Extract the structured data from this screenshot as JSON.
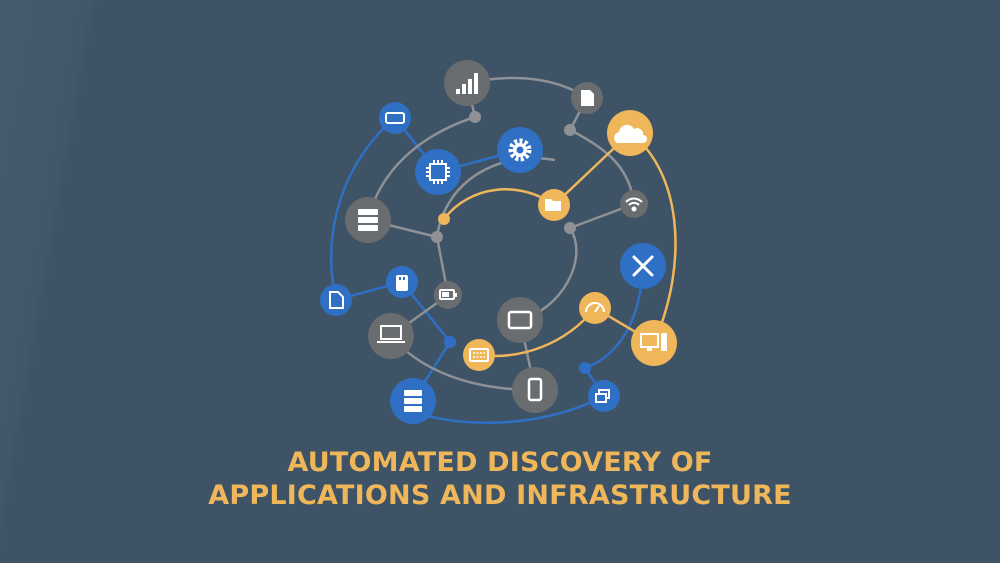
{
  "title_line1": "AUTOMATED DISCOVERY OF",
  "title_line2": "APPLICATIONS AND INFRASTRUCTURE",
  "colors": {
    "background": "#3e5366",
    "blue": "#2f6fc4",
    "gray": "#6a6d70",
    "orange": "#efb65a",
    "gray_line": "#8e9296",
    "white": "#ffffff"
  },
  "nodes": [
    {
      "icon": "signal-bars-icon",
      "color": "gray"
    },
    {
      "icon": "sd-card-icon",
      "color": "gray"
    },
    {
      "icon": "cloud-icon",
      "color": "orange"
    },
    {
      "icon": "hard-drive-icon",
      "color": "blue"
    },
    {
      "icon": "gear-icon",
      "color": "blue"
    },
    {
      "icon": "cpu-chip-icon",
      "color": "blue"
    },
    {
      "icon": "folder-icon",
      "color": "orange"
    },
    {
      "icon": "wifi-icon",
      "color": "gray"
    },
    {
      "icon": "server-stack-icon",
      "color": "gray"
    },
    {
      "icon": "tools-icon",
      "color": "blue"
    },
    {
      "icon": "usb-stick-icon",
      "color": "blue"
    },
    {
      "icon": "document-icon",
      "color": "blue"
    },
    {
      "icon": "battery-icon",
      "color": "gray"
    },
    {
      "icon": "speedometer-icon",
      "color": "orange"
    },
    {
      "icon": "laptop-icon",
      "color": "gray"
    },
    {
      "icon": "tablet-icon",
      "color": "gray"
    },
    {
      "icon": "desktop-computer-icon",
      "color": "orange"
    },
    {
      "icon": "keyboard-icon",
      "color": "orange"
    },
    {
      "icon": "smartphone-icon",
      "color": "gray"
    },
    {
      "icon": "database-icon",
      "color": "blue"
    },
    {
      "icon": "windows-icon",
      "color": "blue"
    }
  ]
}
